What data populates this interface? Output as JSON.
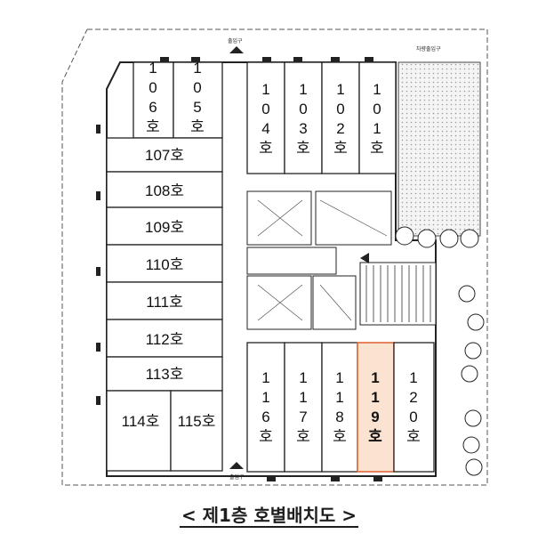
{
  "plan": {
    "units_top": [
      {
        "id": "106",
        "label": "106호"
      },
      {
        "id": "105",
        "label": "105호"
      },
      {
        "id": "104",
        "label": "104호"
      },
      {
        "id": "103",
        "label": "103호"
      },
      {
        "id": "102",
        "label": "102호"
      },
      {
        "id": "101",
        "label": "101호"
      }
    ],
    "units_left": [
      {
        "id": "107",
        "label": "107호"
      },
      {
        "id": "108",
        "label": "108호"
      },
      {
        "id": "109",
        "label": "109호"
      },
      {
        "id": "110",
        "label": "110호"
      },
      {
        "id": "111",
        "label": "111호"
      },
      {
        "id": "112",
        "label": "112호"
      },
      {
        "id": "113",
        "label": "113호"
      }
    ],
    "units_bottom_left": [
      {
        "id": "114",
        "label": "114호"
      },
      {
        "id": "115",
        "label": "115호"
      }
    ],
    "units_bottom": [
      {
        "id": "116",
        "label": "116호"
      },
      {
        "id": "117",
        "label": "117호"
      },
      {
        "id": "118",
        "label": "118호"
      },
      {
        "id": "119",
        "label": "119호"
      },
      {
        "id": "120",
        "label": "120호"
      }
    ],
    "highlighted_unit": "119",
    "entrance_top": "출입구",
    "entrance_bottom": "출입구",
    "parking_entrance": "차량출입구",
    "colors": {
      "highlight_fill": "#fbe3d2",
      "highlight_stroke": "#e0673a",
      "highlight_text": "#e04a1e",
      "line": "#222222"
    }
  },
  "caption": "< 제1층 호별배치도 >"
}
